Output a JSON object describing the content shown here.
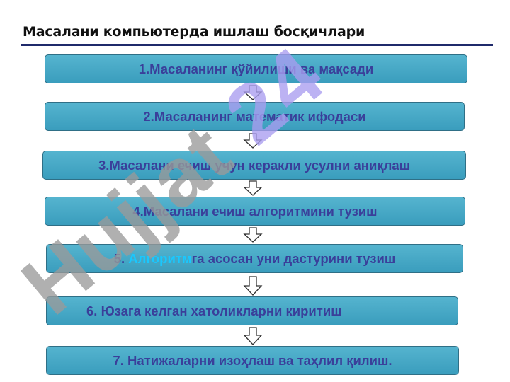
{
  "slide": {
    "title": "Масалани компьютерда ишлаш босқичлари"
  },
  "steps": [
    {
      "text": "1.Масаланинг қўйилиши ва мақсади"
    },
    {
      "text": "2.Масаланинг математик ифодаси"
    },
    {
      "text": "3.Масалани ечиш учун керакли усулни аниқлаш"
    },
    {
      "text": "4.Масалани ечиш алгоритмини тузиш"
    },
    {
      "prefix": "5. ",
      "highlight": "Алгоритм",
      "rest": "га асосан уни дастурини тузиш"
    },
    {
      "text": "6. Юзага келган хатоликларни киритиш"
    },
    {
      "text": "7. Натижаларни изоҳлаш ва таҳлил қилиш."
    }
  ],
  "watermark": {
    "text": "Hujjat 24",
    "colors": {
      "word": "#9a9a9a",
      "number": "#a99cf0"
    }
  },
  "colors": {
    "box_fill": "#4aa9c8",
    "box_text": "#3a3f9a",
    "highlight": "#19c8ff",
    "title_rule": "#1f2a6b"
  }
}
